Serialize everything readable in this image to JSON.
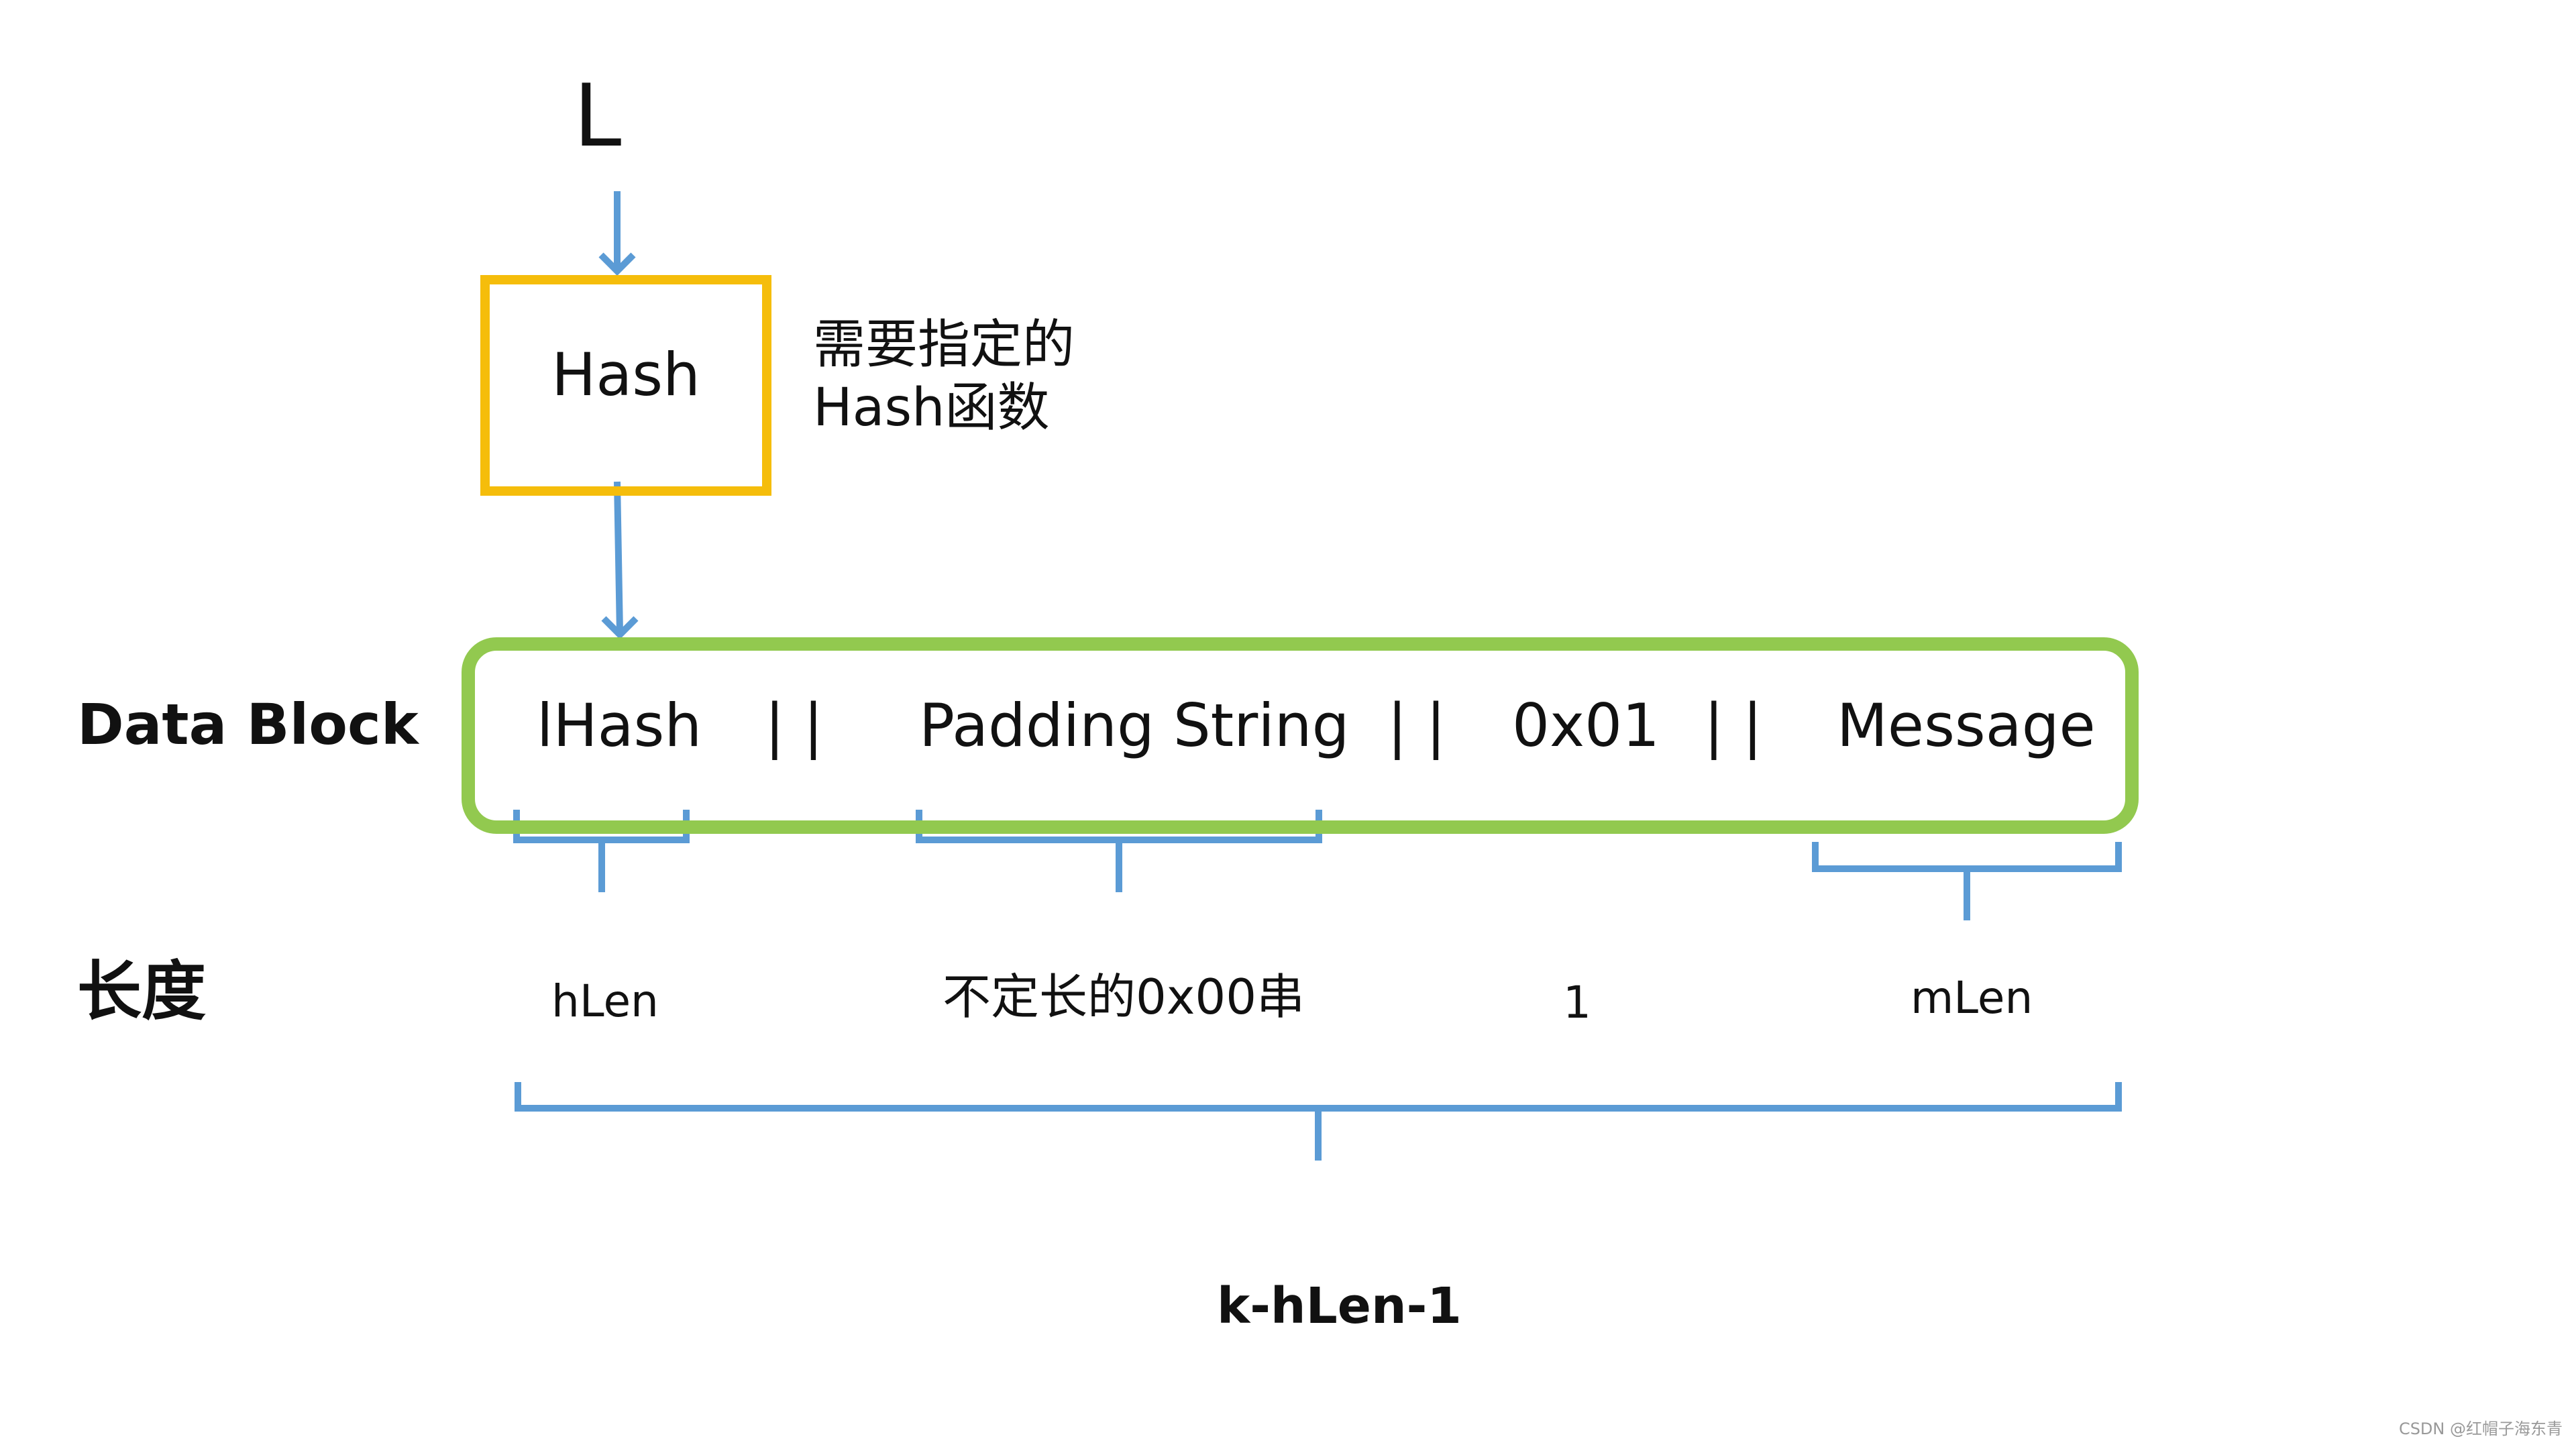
{
  "diagram": {
    "input_label": "L",
    "hash_box_label": "Hash",
    "hash_note_line1": "需要指定的",
    "hash_note_line2": "Hash函数",
    "data_block_title": "Data Block",
    "length_title": "长度",
    "fields": {
      "lhash": "lHash",
      "sep1": "| |",
      "padding": "Padding String",
      "sep2": "| |",
      "byte01": "0x01",
      "sep3": "| |",
      "message": "Message"
    },
    "lengths": {
      "hlen": "hLen",
      "padding": "不定长的0x00串",
      "one": "1",
      "mlen": "mLen"
    },
    "total_length": "k-hLen-1",
    "watermark": "CSDN @红帽子海东青"
  },
  "colors": {
    "arrow": "#5b9bd5",
    "hash_border": "#f5bd0b",
    "block_border": "#92c94f",
    "brace": "#5b9bd5"
  }
}
